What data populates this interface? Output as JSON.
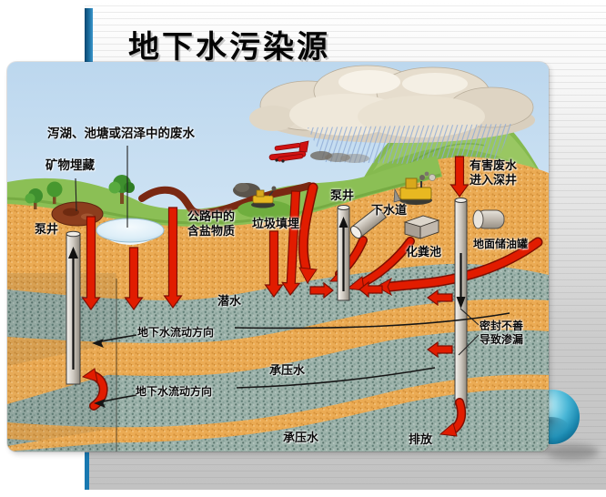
{
  "slide": {
    "title": "地下水污染源"
  },
  "labels": {
    "lagoon": "泻湖、池塘或沼泽中的废水",
    "mineral_deposit": "矿物埋藏",
    "pump_well_left": "泵井",
    "road_salt_line1": "公路中的",
    "road_salt_line2": "含盐物质",
    "landfill": "垃圾填埋",
    "pump_well_mid": "泵井",
    "sewer": "下水道",
    "septic_tank": "化粪池",
    "harmful_line1": "有害废水",
    "harmful_line2": "进入深井",
    "oil_tank": "地面储油罐",
    "phreatic_water": "潜水",
    "flow_direction_1": "地下水流动方向",
    "confined_water_1": "承压水",
    "flow_direction_2": "地下水流动方向",
    "seal_line1": "密封不善",
    "seal_line2": "导致渗漏",
    "confined_water_2": "承压水",
    "discharge": "排放"
  },
  "colors": {
    "accent_bar": "#1b6fa0",
    "arrow_red": "#e11c00",
    "sky": "#cfe3f4",
    "sand": "#ebab54",
    "aquifer_teal": "#9db3ab",
    "grass_green": "#8bbf55",
    "road_brown": "#7a2812",
    "globe_teal": "#1b89b0"
  },
  "icons": {
    "globe": "globe-icon",
    "cloud": "rain-cloud-icon",
    "plane": "crop-duster-plane-icon",
    "bulldozer": "bulldozer-icon"
  }
}
